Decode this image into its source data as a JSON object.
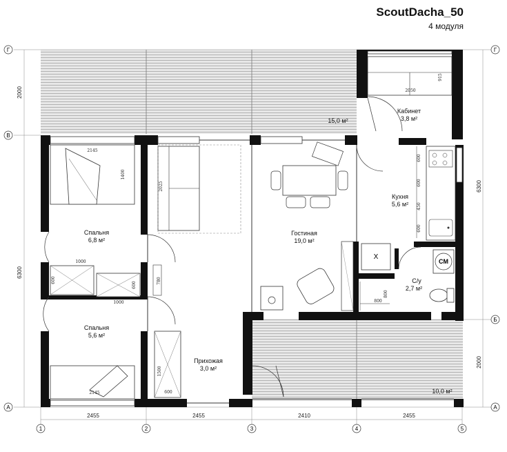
{
  "header": {
    "title": "ScoutDacha_50",
    "subtitle": "4 модуля"
  },
  "axes": {
    "columns": [
      "1",
      "2",
      "3",
      "4",
      "5"
    ],
    "rows": [
      "Г",
      "В",
      "Б",
      "А"
    ]
  },
  "dimensions": {
    "bottom": [
      "2455",
      "2455",
      "2410",
      "2455"
    ],
    "left": [
      "2000",
      "6300"
    ],
    "right": [
      "6300",
      "2000"
    ],
    "inner": {
      "bed1_width": "2145",
      "bed1_length": "1400",
      "sofa_len": "2025",
      "wardrobe1_width": "1000",
      "wardrobe1_depth": "600",
      "wardrobe2_depth": "600",
      "wardrobe2_width": "1000",
      "passage": "780",
      "bed2_width": "2145",
      "hall_len": "1500",
      "hall_depth": "600",
      "study_sofa": "2050",
      "study_depth": "915",
      "kitchen_1": "600",
      "kitchen_2": "600",
      "kitchen_3": "450",
      "kitchen_4": "600",
      "wc_w": "800",
      "wc_h": "800"
    }
  },
  "rooms": {
    "terrace_top": {
      "area": "15,0 м²"
    },
    "terrace_bottom": {
      "area": "10,0 м²"
    },
    "study": {
      "name": "Кабинет",
      "area": "3,8 м²"
    },
    "kitchen": {
      "name": "Кухня",
      "area": "5,6 м²"
    },
    "living": {
      "name": "Гостиная",
      "area": "19,0 м²"
    },
    "bedroom1": {
      "name": "Спальня",
      "area": "6,8 м²"
    },
    "bedroom2": {
      "name": "Спальня",
      "area": "5,6 м²"
    },
    "wc": {
      "name": "С/у",
      "area": "2,7 м²"
    },
    "hall": {
      "name": "Прихожая",
      "area": "3,0 м²"
    }
  },
  "symbols": {
    "washer": "CM",
    "boiler": "X"
  }
}
